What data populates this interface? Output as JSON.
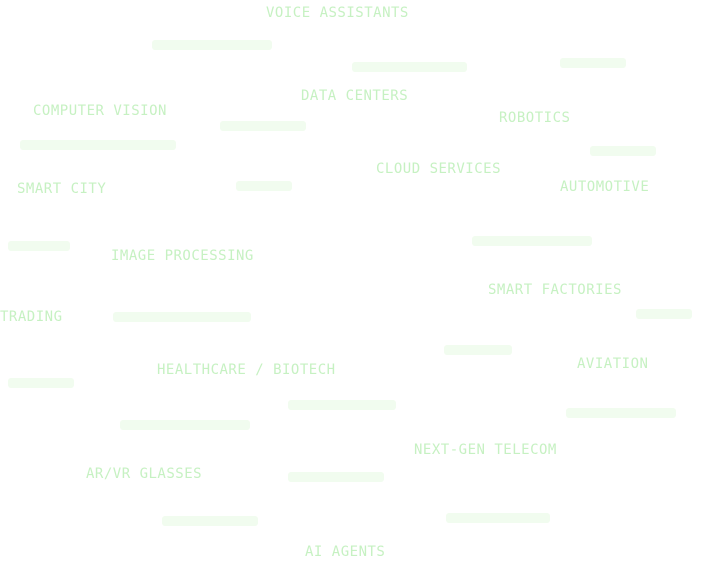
{
  "terms": {
    "voice_assistants": "VOICE ASSISTANTS",
    "data_centers": "DATA CENTERS",
    "computer_vision": "COMPUTER VISION",
    "robotics": "ROBOTICS",
    "cloud_services": "CLOUD SERVICES",
    "smart_city": "SMART CITY",
    "automotive": "AUTOMOTIVE",
    "image_processing": "IMAGE PROCESSING",
    "smart_factories": "SMART FACTORIES",
    "trading": "TRADING",
    "aviation": "AVIATION",
    "healthcare_biotech": "HEALTHCARE / BIOTECH",
    "next_gen_telecom": "NEXT-GEN TELECOM",
    "ar_vr_glasses": "AR/VR GLASSES",
    "ai_agents": "AI AGENTS"
  },
  "colors": {
    "primary_text": "#c6f1c2",
    "faint_text": "#ecfbe9",
    "background": "#ffffff"
  }
}
